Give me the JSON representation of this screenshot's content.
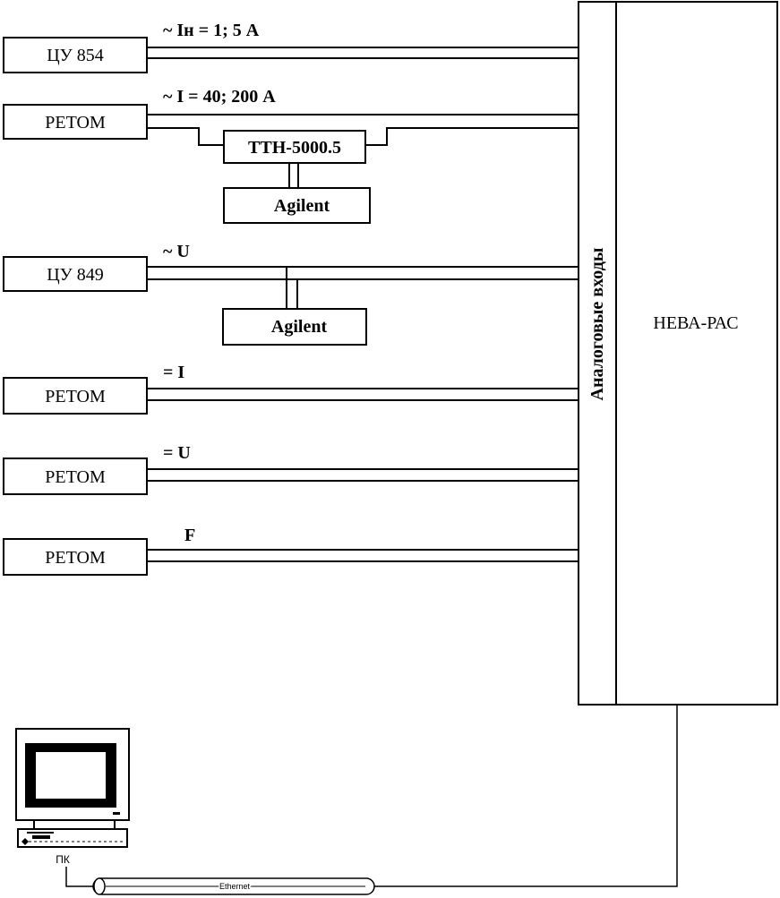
{
  "devices": {
    "cu854": "ЦУ 854",
    "retom1": "РЕТОМ",
    "ttn": "ТТН-5000.5",
    "agilent1": "Agilent",
    "cu849": "ЦУ 849",
    "agilent2": "Agilent",
    "retom2": "РЕТОМ",
    "retom3": "РЕТОМ",
    "retom4": "РЕТОМ"
  },
  "signals": {
    "s1": "~ Iн = 1; 5 А",
    "s2": "~ I = 40; 200 А",
    "s3": "~ U",
    "s4": "= I",
    "s5": "= U",
    "s6": "F"
  },
  "main": {
    "analog_inputs": "Аналоговые входы",
    "neva": "НЕВА-РАС"
  },
  "pc": {
    "label": "ПК",
    "ethernet": "Ethernet"
  }
}
